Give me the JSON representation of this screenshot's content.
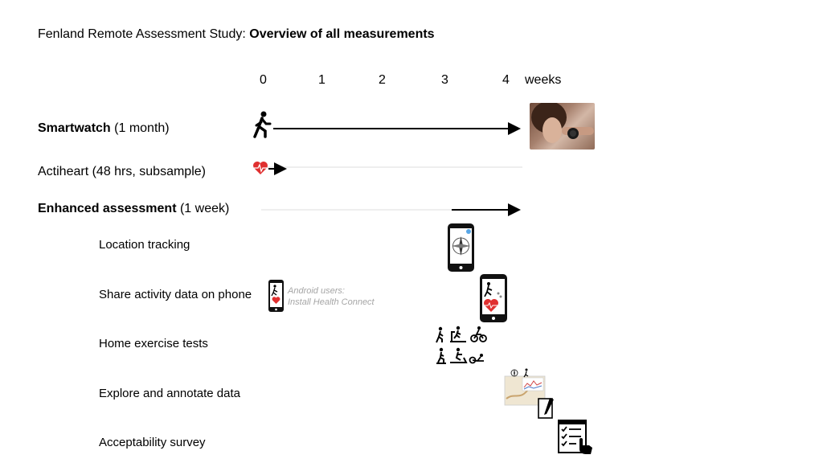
{
  "title": {
    "prefix": "Fenland Remote Assessment Study: ",
    "bold": "Overview of all measurements"
  },
  "axis": {
    "ticks": [
      "0",
      "1",
      "2",
      "3",
      "4"
    ],
    "unit": "weeks"
  },
  "rows": {
    "smartwatch": {
      "bold": "Smartwatch",
      "rest": " (1 month)"
    },
    "actiheart": {
      "text": "Actiheart (48 hrs, subsample)"
    },
    "enhanced": {
      "bold": "Enhanced assessment",
      "rest": " (1 week)"
    }
  },
  "subitems": [
    "Location tracking",
    "Share activity data on phone",
    "Home exercise tests",
    "Explore and annotate data",
    "Acceptability survey"
  ],
  "note": {
    "line1": "Android users:",
    "line2": "Install Health Connect"
  },
  "icons": {
    "runner": "walking-person-icon",
    "heart": "heart-pulse-icon",
    "phone_compass": "phone-compass-icon",
    "phone_activity": "phone-activity-icon",
    "exercise": "exercise-icons",
    "annotate": "map-annotate-icon",
    "survey": "checklist-icon",
    "photo": "smartwatch-photo"
  }
}
